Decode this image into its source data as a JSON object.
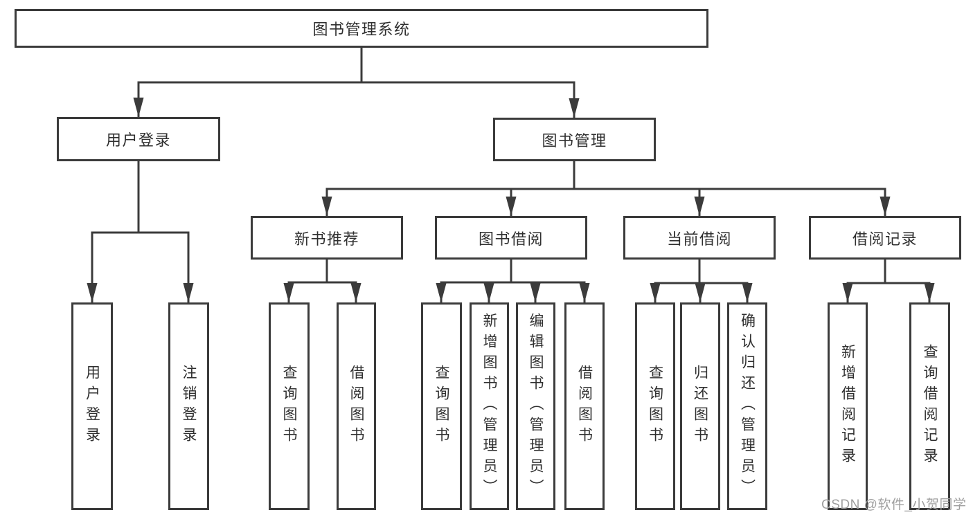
{
  "diagram": {
    "type": "hierarchy-tree",
    "watermark": "CSDN @软件_小贺同学",
    "colors": {
      "line": "#3b3b3b",
      "box_border": "#3b3b3b",
      "box_background": "#ffffff",
      "text": "#2f2f2f",
      "watermark_text": "#9f9f9f",
      "background": "#ffffff"
    },
    "tree": {
      "label": "图书管理系统",
      "children": [
        {
          "label": "用户登录",
          "children": [
            {
              "label": "用户登录"
            },
            {
              "label": "注销登录"
            }
          ]
        },
        {
          "label": "图书管理",
          "children": [
            {
              "label": "新书推荐",
              "children": [
                {
                  "label": "查询图书"
                },
                {
                  "label": "借阅图书"
                }
              ]
            },
            {
              "label": "图书借阅",
              "children": [
                {
                  "label": "查询图书"
                },
                {
                  "label": "新增图书（管理员）"
                },
                {
                  "label": "编辑图书（管理员）"
                },
                {
                  "label": "借阅图书"
                }
              ]
            },
            {
              "label": "当前借阅",
              "children": [
                {
                  "label": "查询图书"
                },
                {
                  "label": "归还图书"
                },
                {
                  "label": "确认归还（管理员）"
                }
              ]
            },
            {
              "label": "借阅记录",
              "children": [
                {
                  "label": "新增借阅记录"
                },
                {
                  "label": "查询借阅记录"
                }
              ]
            }
          ]
        }
      ]
    }
  }
}
